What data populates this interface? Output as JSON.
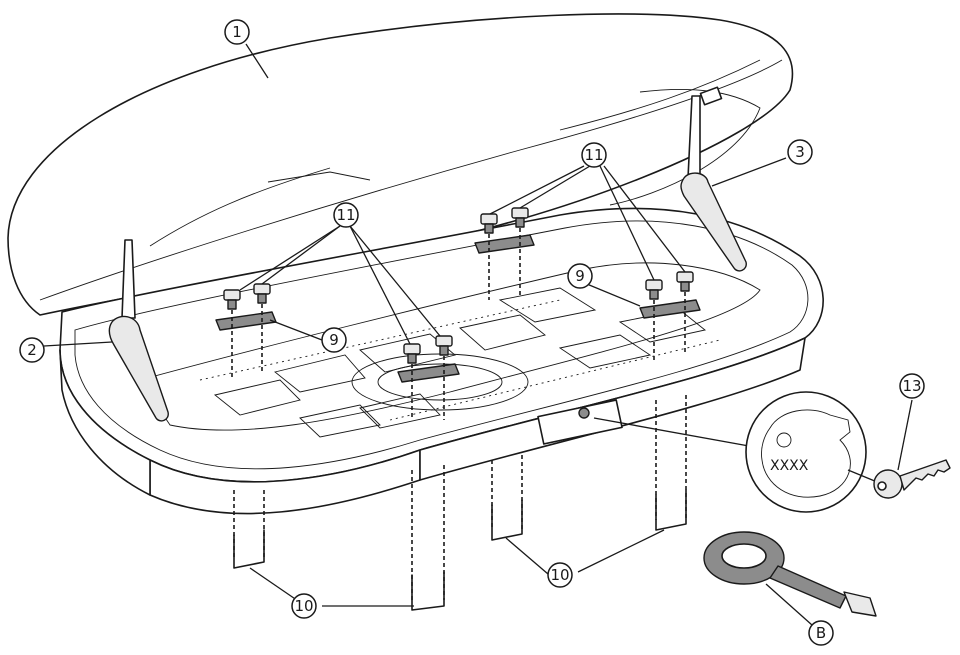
{
  "callouts": {
    "lid": "1",
    "strut_left": "2",
    "strut_right": "3",
    "knobs_left": "11",
    "knobs_right": "11",
    "plate_left": "9",
    "plate_right": "9",
    "ubolts": "10",
    "ubolts_right": "10",
    "key": "13",
    "strap": "B"
  },
  "lock_detail": {
    "code": "XXXX"
  }
}
